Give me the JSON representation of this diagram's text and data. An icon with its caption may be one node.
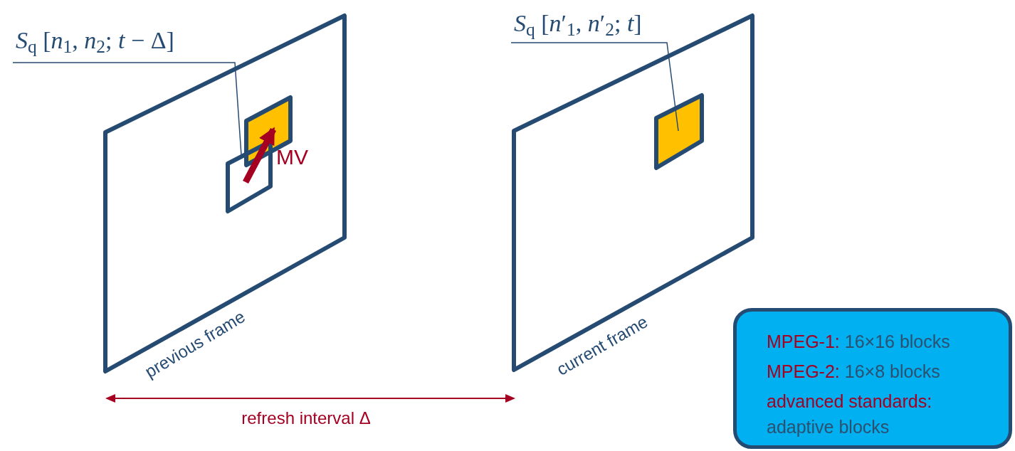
{
  "diagram": {
    "nodes": [
      {
        "text": [
          "previous frame"
        ]
      },
      {
        "text": [
          "*S*$_{q}$ [*n*$_{1}$, *n*$_{2}$; *t* − Δ]"
        ]
      },
      {
        "text": [],
        "shape": "box",
        "in": 0
      },
      {
        "text": [],
        "shape": "box",
        "in": 0
      },
      {
        "text": [
          "current frame"
        ]
      },
      {
        "text": [
          "*S*$_{q}$ [*n*′$_{1}$, *n*′$_{2}$; *t*]"
        ]
      },
      {
        "text": [],
        "shape": "box",
        "in": 4
      },
      {
        "text": [
          "MPEG-1:",
          "16×16 blocks",
          "MPEG-2:",
          "16×8 blocks",
          "advanced standards:",
          "adaptive blocks"
        ]
      }
    ],
    "edges": [
      {
        "from": 1,
        "to": 3,
        "arrow": "none"
      },
      {
        "from": 3,
        "to": 2,
        "arrow": "to",
        "label": "MV",
        "style": "thick",
        "color": "#a50021"
      },
      {
        "from": 5,
        "to": 6,
        "arrow": "none"
      }
    ],
    "labels": [
      "refresh interval Δ"
    ]
  }
}
